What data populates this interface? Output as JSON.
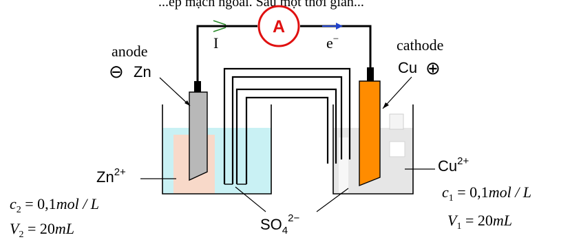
{
  "caption_fragment": "...ép mạch ngoài. Sau một thời gian...",
  "ammeter_label": "A",
  "current_label": "I",
  "electron_label": "e",
  "electron_sup": "−",
  "left_electrode": {
    "role": "anode",
    "sign": "⊖",
    "metal": "Zn"
  },
  "right_electrode": {
    "role": "cathode",
    "metal": "Cu",
    "sign": "⊕"
  },
  "left_ion": {
    "base": "Zn",
    "charge": "2+"
  },
  "right_ion": {
    "base": "Cu",
    "charge": "2+"
  },
  "bridge_ion": {
    "base": "SO",
    "sub": "4",
    "charge": "2−"
  },
  "left_solution": {
    "c_symbol": "c",
    "c_sub": "2",
    "c_eq": " = 0,1",
    "c_unit": "mol / L",
    "v_symbol": "V",
    "v_sub": "2",
    "v_eq": " = 20",
    "v_unit": "mL"
  },
  "right_solution": {
    "c_symbol": "c",
    "c_sub": "1",
    "c_eq": " = 0,1",
    "c_unit": "mol / L",
    "v_symbol": "V",
    "v_sub": "1",
    "v_eq": " = 20",
    "v_unit": "mL"
  },
  "colors": {
    "zinc": "#b8b8b8",
    "copper": "#ff8c00",
    "zinc_solution": "#c9f1f4",
    "copper_solution": "#e6e6e6",
    "ammeter": "#e01010",
    "electron_arrow": "#2244cc",
    "wire": "#000000"
  }
}
